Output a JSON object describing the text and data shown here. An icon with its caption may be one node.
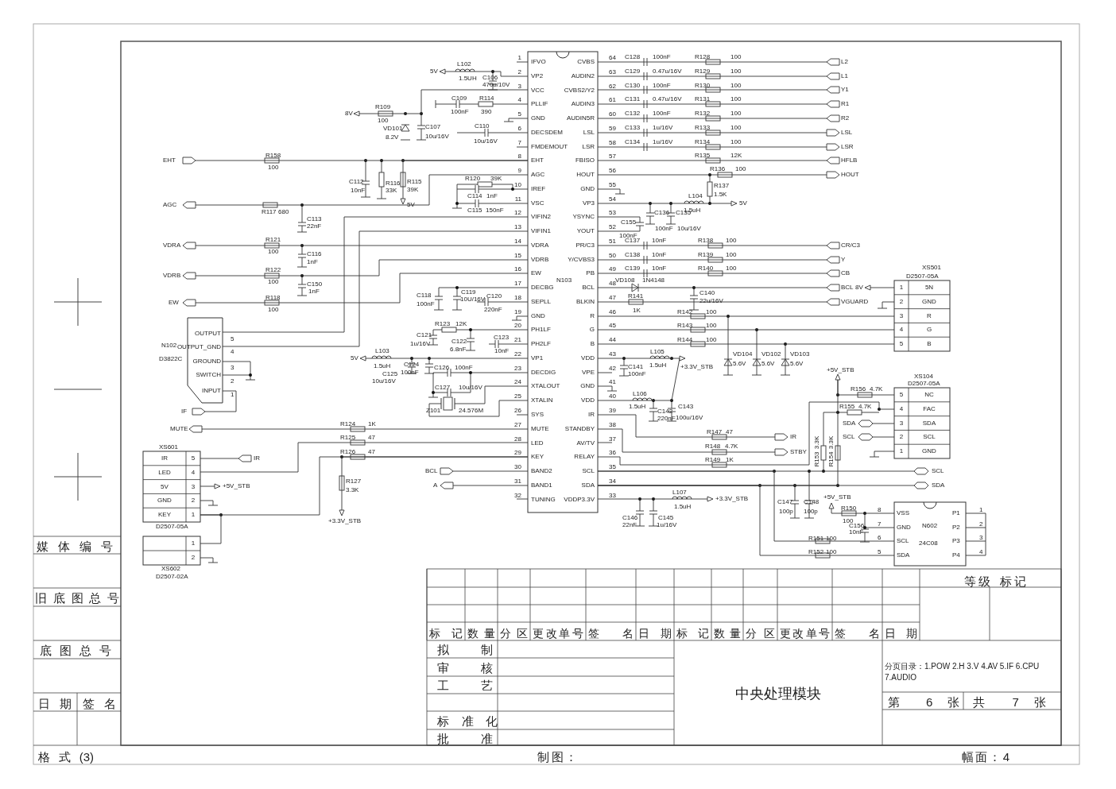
{
  "diagram": {
    "title": "中央处理模块",
    "nodes": [
      {
        "text": [
          "N103",
          "IFVO",
          "VP2",
          "VCC",
          "PLLIF",
          "GND",
          "DECSDEM",
          "FMDEMOUT",
          "EHT",
          "AGC",
          "IREF",
          "VSC",
          "VIFIN2",
          "VIFIN1",
          "VDRA",
          "VDRB",
          "EW",
          "DECBG",
          "SEPLL",
          "GND",
          "PH1LF",
          "PH2LF",
          "VP1",
          "DECDIG",
          "XTALOUT",
          "XTALIN",
          "SYS",
          "MUTE",
          "LED",
          "KEY",
          "BAND2",
          "BAND1",
          "TUNING",
          "CVBS",
          "AUDIN2",
          "CVBS2/Y2",
          "AUDIN3",
          "AUDIN5R",
          "LSL",
          "LSR",
          "FBISO",
          "HOUT",
          "GND",
          "VP3",
          "YSYNC",
          "YOUT",
          "PR/C3",
          "Y/CVBS3",
          "PB",
          "BCL",
          "BLKIN",
          "R",
          "G",
          "B",
          "VDD",
          "VPE",
          "GND",
          "VDD",
          "IR",
          "STANDBY",
          "AV/TV",
          "RELAY",
          "SCL",
          "SDA",
          "VDDP3.3V"
        ],
        "beside": [
          "1",
          "2",
          "3",
          "4",
          "5",
          "6",
          "7",
          "8",
          "9",
          "10",
          "11",
          "12",
          "13",
          "14",
          "15",
          "16",
          "17",
          "18",
          "19",
          "20",
          "21",
          "22",
          "23",
          "24",
          "25",
          "26",
          "27",
          "28",
          "29",
          "30",
          "31",
          "32",
          "64",
          "63",
          "62",
          "61",
          "60",
          "59",
          "58",
          "57",
          "56",
          "55",
          "54",
          "53",
          "52",
          "51",
          "50",
          "49",
          "48",
          "47",
          "46",
          "45",
          "44",
          "43",
          "42",
          "41",
          "40",
          "39",
          "38",
          "37",
          "36",
          "35",
          "34",
          "33"
        ]
      },
      {
        "text": [
          "OUTPUT",
          "OUTPUT_GND",
          "GROUND",
          "SWITCH",
          "INPUT"
        ],
        "beside": [
          "N102",
          "D3822C",
          "5",
          "4",
          "3",
          "2",
          "1"
        ]
      },
      {
        "text": [
          "IR",
          "5",
          "LED",
          "4",
          "5V",
          "3",
          "GND",
          "2",
          "KEY",
          "1"
        ],
        "beside": [
          "XS601",
          "D2507-05A"
        ]
      },
      {
        "text": [
          "1",
          "2"
        ],
        "beside": [
          "XS602",
          "D2507-02A"
        ]
      },
      {
        "text": [
          "1",
          "5N",
          "2",
          "GND",
          "3",
          "R",
          "4",
          "G",
          "5",
          "B"
        ],
        "beside": [
          "XS501",
          "D2507-05A"
        ]
      },
      {
        "text": [
          "5",
          "NC",
          "4",
          "FAC",
          "3",
          "SDA",
          "2",
          "SCL",
          "1",
          "GND"
        ],
        "beside": [
          "XS104",
          "D2507-05A"
        ]
      },
      {
        "text": [
          "VSS",
          "GND",
          "SCL",
          "SDA",
          "N602",
          "24C08",
          "P1",
          "P2",
          "P3",
          "P4"
        ],
        "beside": [
          "8",
          "7",
          "6",
          "5",
          "1",
          "2",
          "3",
          "4"
        ]
      },
      {
        "text": [
          "EHT"
        ]
      },
      {
        "text": [
          "AGC"
        ]
      },
      {
        "text": [
          "VDRA"
        ]
      },
      {
        "text": [
          "VDRB"
        ]
      },
      {
        "text": [
          "EW"
        ]
      },
      {
        "text": [
          "IF"
        ]
      },
      {
        "text": [
          "MUTE"
        ]
      },
      {
        "text": [
          "IR"
        ]
      },
      {
        "text": [
          "+5V_STB"
        ]
      },
      {
        "text": [
          "+3.3V_STB"
        ]
      },
      {
        "text": [
          "BCL"
        ]
      },
      {
        "text": [
          "A"
        ]
      },
      {
        "text": [
          "5V"
        ]
      },
      {
        "text": [
          "8V"
        ]
      },
      {
        "text": [
          "5V"
        ]
      },
      {
        "text": [
          "5V"
        ]
      },
      {
        "text": [
          "L2"
        ]
      },
      {
        "text": [
          "L1"
        ]
      },
      {
        "text": [
          "Y1"
        ]
      },
      {
        "text": [
          "R1"
        ]
      },
      {
        "text": [
          "R2"
        ]
      },
      {
        "text": [
          "LSL"
        ]
      },
      {
        "text": [
          "LSR"
        ]
      },
      {
        "text": [
          "HFLB"
        ]
      },
      {
        "text": [
          "HOUT"
        ]
      },
      {
        "text": [
          "5V"
        ]
      },
      {
        "text": [
          "CR/C3"
        ]
      },
      {
        "text": [
          "Y"
        ]
      },
      {
        "text": [
          "CB"
        ]
      },
      {
        "text": [
          "BCL"
        ]
      },
      {
        "text": [
          "VGUARD"
        ]
      },
      {
        "text": [
          "8V"
        ]
      },
      {
        "text": [
          "+3.3V_STB"
        ]
      },
      {
        "text": [
          "IR"
        ]
      },
      {
        "text": [
          "STBY"
        ]
      },
      {
        "text": [
          "+5V_STB"
        ]
      },
      {
        "text": [
          "SDA"
        ]
      },
      {
        "text": [
          "SCL"
        ]
      },
      {
        "text": [
          "SCL"
        ]
      },
      {
        "text": [
          "SDA"
        ]
      },
      {
        "text": [
          "+3.3V_STB"
        ]
      },
      {
        "text": [
          "+5V_STB"
        ]
      },
      {
        "text": [],
        "shape": "crystal",
        "beside": [
          "Z101",
          "24.576M"
        ]
      }
    ],
    "edges": [
      {
        "from": 1,
        "to": 0,
        "arrow": "none"
      },
      {
        "from": 1,
        "to": 0,
        "arrow": "none"
      },
      {
        "from": 2,
        "to": 0,
        "arrow": "none"
      },
      {
        "from": 2,
        "to": 0,
        "arrow": "none"
      },
      {
        "from": 2,
        "to": 3,
        "arrow": "none"
      },
      {
        "from": 4,
        "to": 0,
        "arrow": "none"
      },
      {
        "from": 4,
        "to": 0,
        "arrow": "none"
      },
      {
        "from": 4,
        "to": 0,
        "arrow": "none"
      },
      {
        "from": 5,
        "to": 0,
        "arrow": "none"
      },
      {
        "from": 6,
        "to": 0,
        "arrow": "none"
      },
      {
        "from": 6,
        "to": 0,
        "arrow": "none"
      },
      {
        "from": 7,
        "to": 0,
        "arrow": "none"
      },
      {
        "from": 8,
        "to": 0,
        "arrow": "none"
      },
      {
        "from": 9,
        "to": 0,
        "arrow": "none"
      },
      {
        "from": 10,
        "to": 0,
        "arrow": "none"
      },
      {
        "from": 11,
        "to": 0,
        "arrow": "none"
      },
      {
        "from": 1,
        "to": 12,
        "arrow": "none"
      },
      {
        "from": 13,
        "to": 0,
        "arrow": "none"
      },
      {
        "from": 2,
        "to": 14,
        "arrow": "none"
      },
      {
        "from": 2,
        "to": 15,
        "arrow": "none"
      },
      {
        "from": 16,
        "to": 0,
        "arrow": "none"
      },
      {
        "from": 17,
        "to": 0,
        "arrow": "none"
      },
      {
        "from": 18,
        "to": 0,
        "arrow": "none"
      },
      {
        "from": 19,
        "to": 0,
        "arrow": "none"
      },
      {
        "from": 20,
        "to": 0,
        "arrow": "none"
      },
      {
        "from": 21,
        "to": 0,
        "arrow": "none"
      },
      {
        "from": 22,
        "to": 0,
        "arrow": "none"
      },
      {
        "from": 0,
        "to": 23,
        "arrow": "none"
      },
      {
        "from": 0,
        "to": 24,
        "arrow": "none"
      },
      {
        "from": 0,
        "to": 25,
        "arrow": "none"
      },
      {
        "from": 0,
        "to": 26,
        "arrow": "none"
      },
      {
        "from": 0,
        "to": 27,
        "arrow": "none"
      },
      {
        "from": 0,
        "to": 28,
        "arrow": "none"
      },
      {
        "from": 0,
        "to": 29,
        "arrow": "none"
      },
      {
        "from": 0,
        "to": 30,
        "arrow": "none"
      },
      {
        "from": 0,
        "to": 31,
        "arrow": "none"
      },
      {
        "from": 0,
        "to": 32,
        "arrow": "none"
      },
      {
        "from": 0,
        "to": 33,
        "arrow": "none"
      },
      {
        "from": 0,
        "to": 34,
        "arrow": "none"
      },
      {
        "from": 0,
        "to": 35,
        "arrow": "none"
      },
      {
        "from": 0,
        "to": 36,
        "arrow": "none"
      },
      {
        "from": 0,
        "to": 37,
        "arrow": "none"
      },
      {
        "from": 38,
        "to": 4,
        "arrow": "none"
      },
      {
        "from": 0,
        "to": 39,
        "arrow": "none"
      },
      {
        "from": 0,
        "to": 40,
        "arrow": "none"
      },
      {
        "from": 0,
        "to": 41,
        "arrow": "none"
      },
      {
        "from": 5,
        "to": 42,
        "arrow": "none"
      },
      {
        "from": 5,
        "to": 43,
        "arrow": "none"
      },
      {
        "from": 5,
        "to": 44,
        "arrow": "none"
      },
      {
        "from": 0,
        "to": 45,
        "arrow": "none"
      },
      {
        "from": 0,
        "to": 46,
        "arrow": "none"
      },
      {
        "from": 0,
        "to": 47,
        "arrow": "none"
      },
      {
        "from": 48,
        "to": 6,
        "arrow": "none"
      },
      {
        "from": 0,
        "to": 39,
        "arrow": "none"
      },
      {
        "from": 42,
        "to": 0,
        "arrow": "none"
      },
      {
        "from": 49,
        "to": 0,
        "arrow": "none"
      },
      {
        "from": 49,
        "to": 0,
        "arrow": "none"
      }
    ],
    "labels": [
      "L102",
      "1.5UH",
      "C106",
      "470u/10V",
      "R109",
      "100",
      "VD101",
      "8.2V",
      "C107",
      "10u/16V",
      "C109",
      "100nF",
      "R114",
      "390",
      "C110",
      "10u/16V",
      "R158",
      "100",
      "C112",
      "10nF",
      "R116",
      "33K",
      "R115",
      "39K",
      "R117",
      "680",
      "C113",
      "22nF",
      "R120",
      "39K",
      "C114",
      "1nF",
      "C115",
      "150nF",
      "R121",
      "100",
      "C116",
      "1nF",
      "R122",
      "100",
      "C150",
      "1nF",
      "R118",
      "100",
      "C118",
      "100nF",
      "C119",
      "10U/16V",
      "C120",
      "220nF",
      "R123",
      "12K",
      "C121",
      "1u/16V",
      "C122",
      "L103",
      "6.8nF",
      "C123",
      "10nF",
      "1.5uH",
      "C124",
      "100nF",
      "C125",
      "10u/16V",
      "C126",
      "100nF",
      "C127",
      "10u/16V",
      "R124",
      "1K",
      "R125",
      "47",
      "R126",
      "47",
      "R127",
      "3.3K",
      "C128",
      "100nF",
      "R128",
      "100",
      "C129",
      "0.47u/16V",
      "R129",
      "100",
      "C130",
      "100nF",
      "R130",
      "100",
      "C131",
      "0.47u/16V",
      "R131",
      "100",
      "C132",
      "100nF",
      "R132",
      "100",
      "C133",
      "1u/16V",
      "R133",
      "100",
      "C134",
      "1u/16V",
      "R134",
      "100",
      "R135",
      "12K",
      "R136",
      "100",
      "R137",
      "1.5K",
      "L104",
      "1.5uH",
      "C136",
      "100nF",
      "C135",
      "10u/16V",
      "C155",
      "100nF",
      "C137",
      "10nF",
      "R138",
      "100",
      "C138",
      "10nF",
      "R139",
      "100",
      "C139",
      "10nF",
      "R140",
      "100",
      "VD108",
      "1N4148",
      "R141",
      "1K",
      "C140",
      "22u/16V",
      "R142",
      "100",
      "R143",
      "100",
      "R144",
      "100",
      "VD104",
      "5.6V",
      "VD102",
      "5.6V",
      "VD103",
      "5.6V",
      "C141",
      "100nF",
      "L105",
      "1.5uH",
      "L106",
      "1.5uH",
      "C142",
      "220nF",
      "C143",
      "100u/16V",
      "R147",
      "47",
      "R148",
      "4.7K",
      "R149",
      "1K",
      "R156",
      "4.7K",
      "R155",
      "4.7K",
      "R153",
      "3.3K",
      "R154",
      "3.3K",
      "L107",
      "1.5uH",
      "C146",
      "22nF",
      "C145",
      "1u/16V",
      "C147",
      "100p",
      "C148",
      "100p",
      "R150",
      "100",
      "C156",
      "10nF",
      "R151",
      "100",
      "R152",
      "100",
      "媒体编号",
      "旧底图总号",
      "底图总号",
      "日期",
      "签名",
      "格式(3)",
      "标记",
      "数量",
      "分区",
      "更改单号",
      "签名",
      "日期",
      "标记",
      "数量",
      "分区",
      "更改单号",
      "签名",
      "日期",
      "等级 标记",
      "拟制",
      "审核",
      "工艺",
      "标准化",
      "批准",
      "分页目录：1.POW 2.H 3.V 4.AV 5.IF 6.CPU 7.AUDIO",
      "第 6 张",
      "共 7 张",
      "制图：",
      "幅面：4"
    ]
  }
}
